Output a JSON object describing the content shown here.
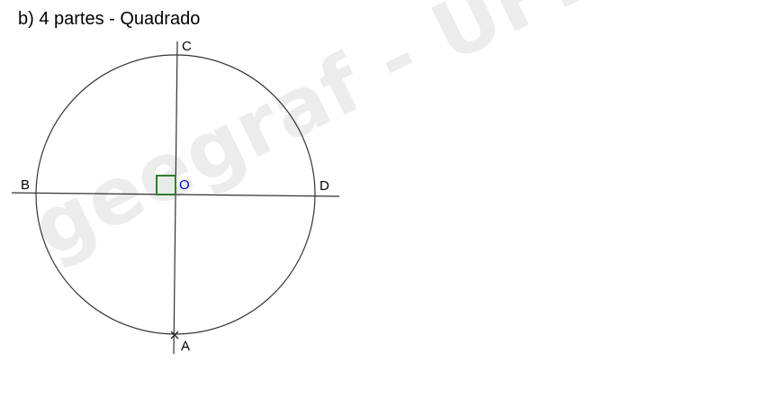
{
  "title": "b) 4 partes - Quadrado",
  "watermark": "geegraf - UFPR",
  "points": {
    "a": "A",
    "b": "B",
    "c": "C",
    "d": "D",
    "o": "O"
  },
  "colors": {
    "stroke": "#333333",
    "center_label": "#0000cc",
    "right_angle_stroke": "#2e7d32",
    "right_angle_fill": "#e6ede6",
    "watermark": "#ececec"
  }
}
